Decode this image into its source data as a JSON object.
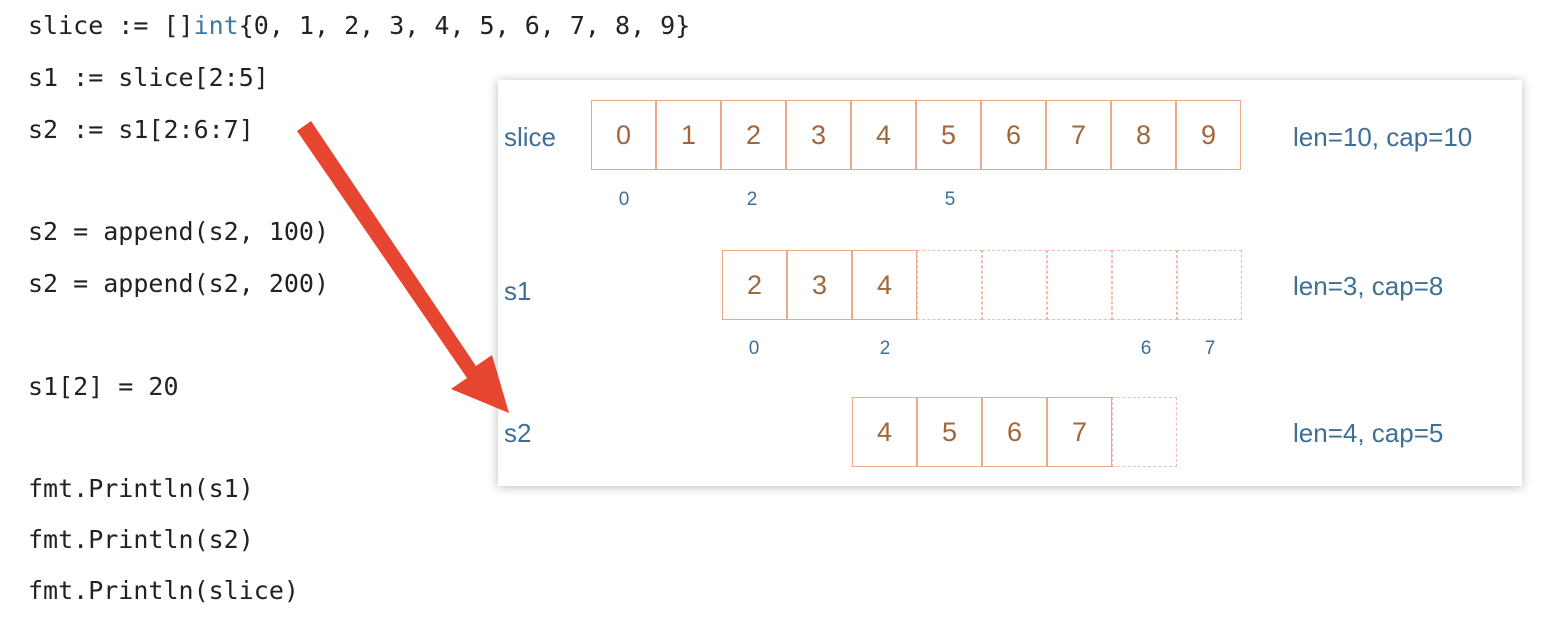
{
  "code": {
    "lines": [
      {
        "pre": "slice := []",
        "kw": "int",
        "post": "{0, 1, 2, 3, 4, 5, 6, 7, 8, 9}"
      },
      {
        "text": "s1 := slice[2:5]"
      },
      {
        "text": "s2 := s1[2:6:7]"
      },
      {
        "text": "s2 = append(s2, 100)"
      },
      {
        "text": "s2 = append(s2, 200)"
      },
      {
        "text": "s1[2] = 20"
      },
      {
        "text": "fmt.Println(s1)"
      },
      {
        "text": "fmt.Println(s2)"
      },
      {
        "text": "fmt.Println(slice)"
      }
    ]
  },
  "diagram": {
    "slice": {
      "label": "slice",
      "cells": [
        "0",
        "1",
        "2",
        "3",
        "4",
        "5",
        "6",
        "7",
        "8",
        "9"
      ],
      "indices": [
        "0",
        "2",
        "5"
      ],
      "stat": "len=10, cap=10"
    },
    "s1": {
      "label": "s1",
      "cells": [
        "2",
        "3",
        "4",
        "",
        "",
        "",
        "",
        ""
      ],
      "indices": [
        "0",
        "2",
        "6",
        "7"
      ],
      "stat": "len=3, cap=8"
    },
    "s2": {
      "label": "s2",
      "cells": [
        "4",
        "5",
        "6",
        "7",
        ""
      ],
      "stat": "len=4, cap=5"
    }
  },
  "colors": {
    "arrow": "#e64530",
    "label_blue": "#3e6f96",
    "cell_text": "#a1663a",
    "cell_border": "#e9a98a",
    "keyword": "#3d7aa6"
  }
}
